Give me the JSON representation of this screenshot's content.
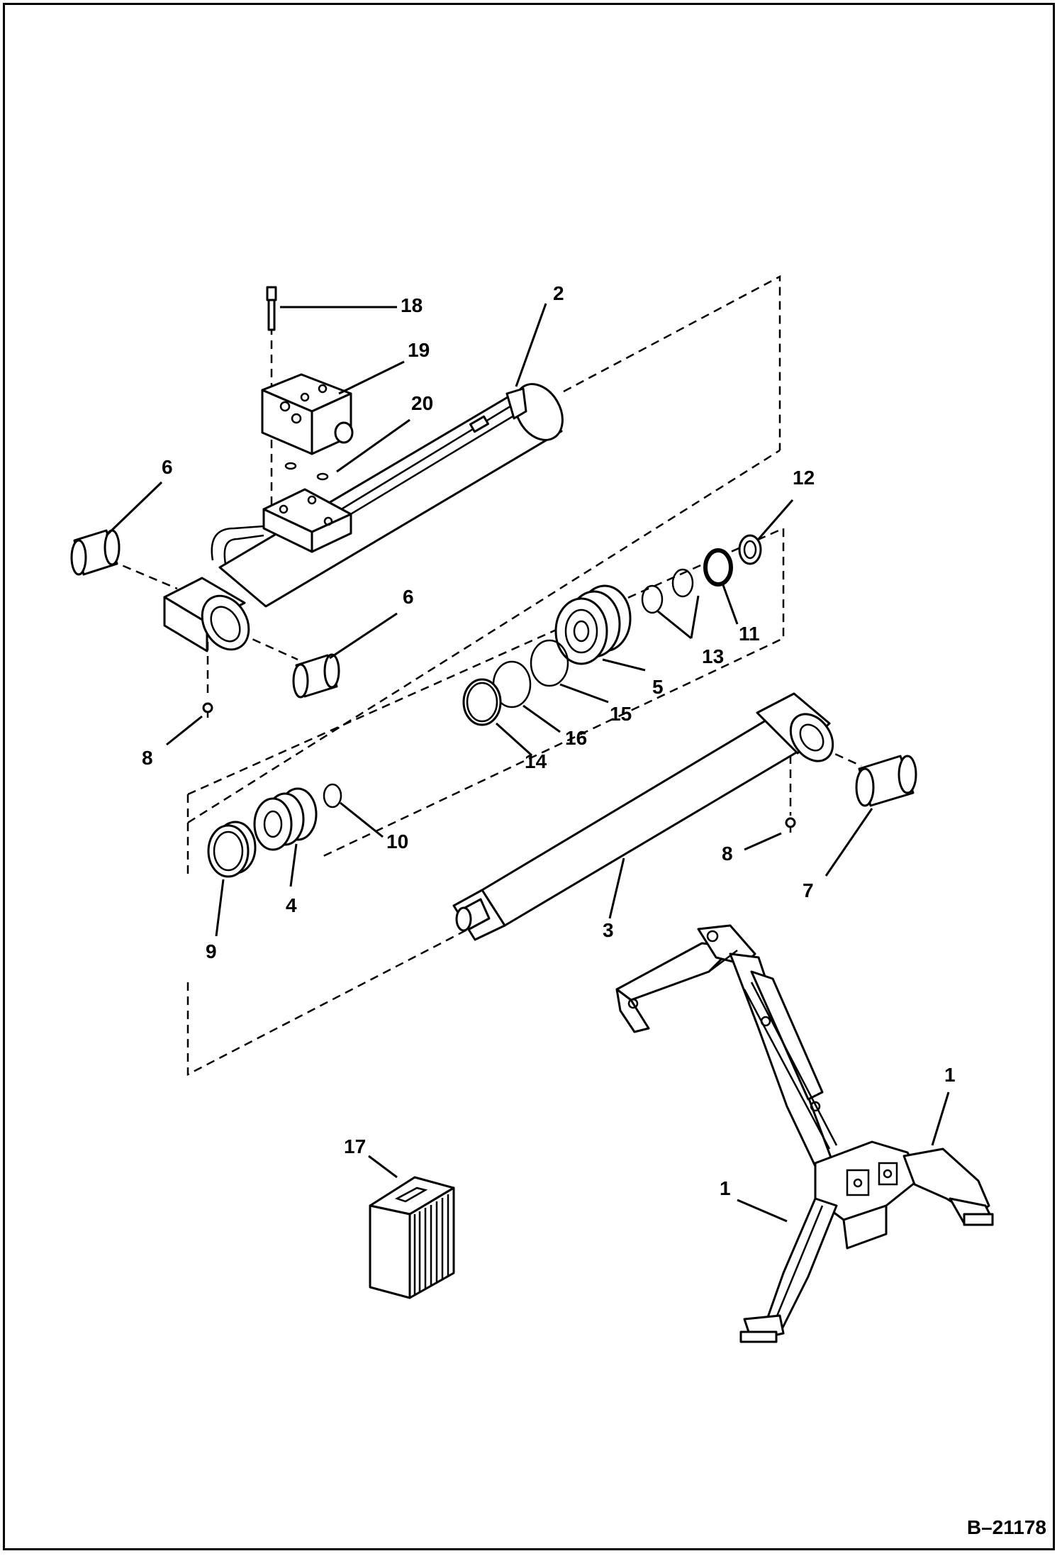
{
  "callouts": {
    "c1a": "1",
    "c1b": "1",
    "c2": "2",
    "c3": "3",
    "c4": "4",
    "c5": "5",
    "c6a": "6",
    "c6b": "6",
    "c7": "7",
    "c8a": "8",
    "c8b": "8",
    "c9": "9",
    "c10": "10",
    "c11": "11",
    "c12": "12",
    "c13": "13",
    "c14": "14",
    "c15": "15",
    "c16": "16",
    "c17": "17",
    "c18": "18",
    "c19": "19",
    "c20": "20"
  },
  "figure_id": "B–21178"
}
